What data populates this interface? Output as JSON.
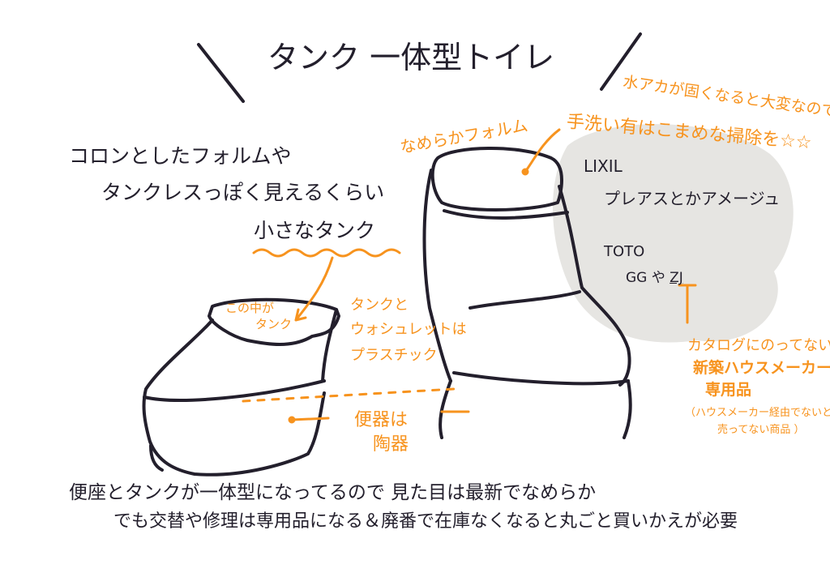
{
  "title": "タンク 一体型トイレ",
  "colors": {
    "ink": "#231f2c",
    "accent": "#f7931e",
    "blob": "#e6e5e2"
  },
  "left_notes": [
    "コロンとしたフォルムや",
    "タンクレスっぽく見えるくらい",
    "小さなタンク"
  ],
  "top_right_notes": [
    "水アカが固くなると大変なので",
    "手洗い有はこまめな掃除を☆☆"
  ],
  "smooth_form": "なめらかフォルム",
  "brands": {
    "lixil": "LIXIL",
    "lixil_models": "プレアスとかアメージュ",
    "toto": "TOTO",
    "toto_models_prefix": "GG や ",
    "toto_models_highlight": "ZJ"
  },
  "zj_note": [
    "カタログにのってない",
    "新築ハウスメーカーの",
    "専用品",
    "（ハウスメーカー経由でないと",
    "売ってない商品 ）"
  ],
  "tank_inside": [
    "この中が",
    "タンク"
  ],
  "material_plastic": [
    "タンクと",
    "ウォシュレットは",
    "プラスチック"
  ],
  "material_ceramic": [
    "便器は",
    "陶器"
  ],
  "bottom_notes": [
    "便座とタンクが一体型になってるので 見た目は最新でなめらか",
    "でも交替や修理は専用品になる＆廃番で在庫なくなると丸ごと買いかえが必要"
  ]
}
